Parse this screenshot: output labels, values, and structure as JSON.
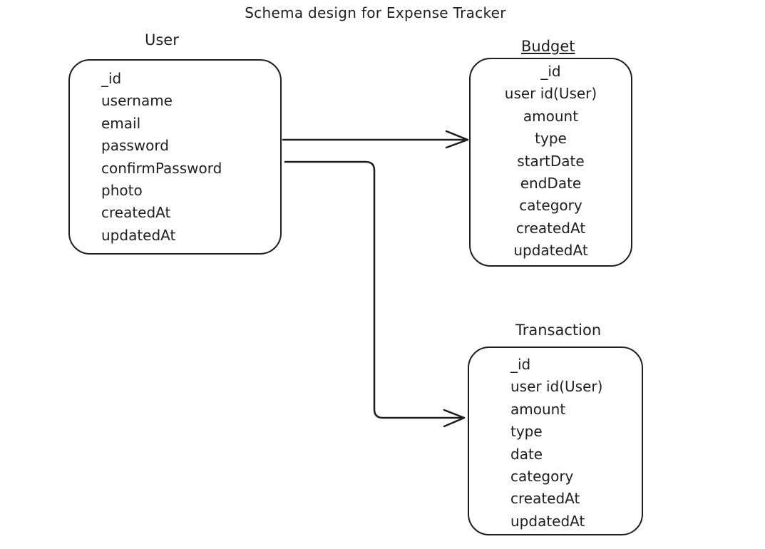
{
  "title": "Schema design for Expense Tracker",
  "entities": {
    "user": {
      "name": "User",
      "fields": [
        "_id",
        "username",
        "email",
        "password",
        "confirmPassword",
        "photo",
        "createdAt",
        "updatedAt"
      ]
    },
    "budget": {
      "name": "Budget",
      "fields": [
        "_id",
        "user id(User)",
        "amount",
        "type",
        "startDate",
        "endDate",
        "category",
        "createdAt",
        "updatedAt"
      ]
    },
    "transaction": {
      "name": "Transaction",
      "fields": [
        "_id",
        "user id(User)",
        "amount",
        "type",
        "date",
        "category",
        "createdAt",
        "updatedAt"
      ]
    }
  },
  "relations": [
    {
      "from": "User",
      "to": "Budget"
    },
    {
      "from": "User",
      "to": "Transaction"
    }
  ],
  "colors": {
    "stroke": "#1e1e1e",
    "background": "#ffffff"
  }
}
